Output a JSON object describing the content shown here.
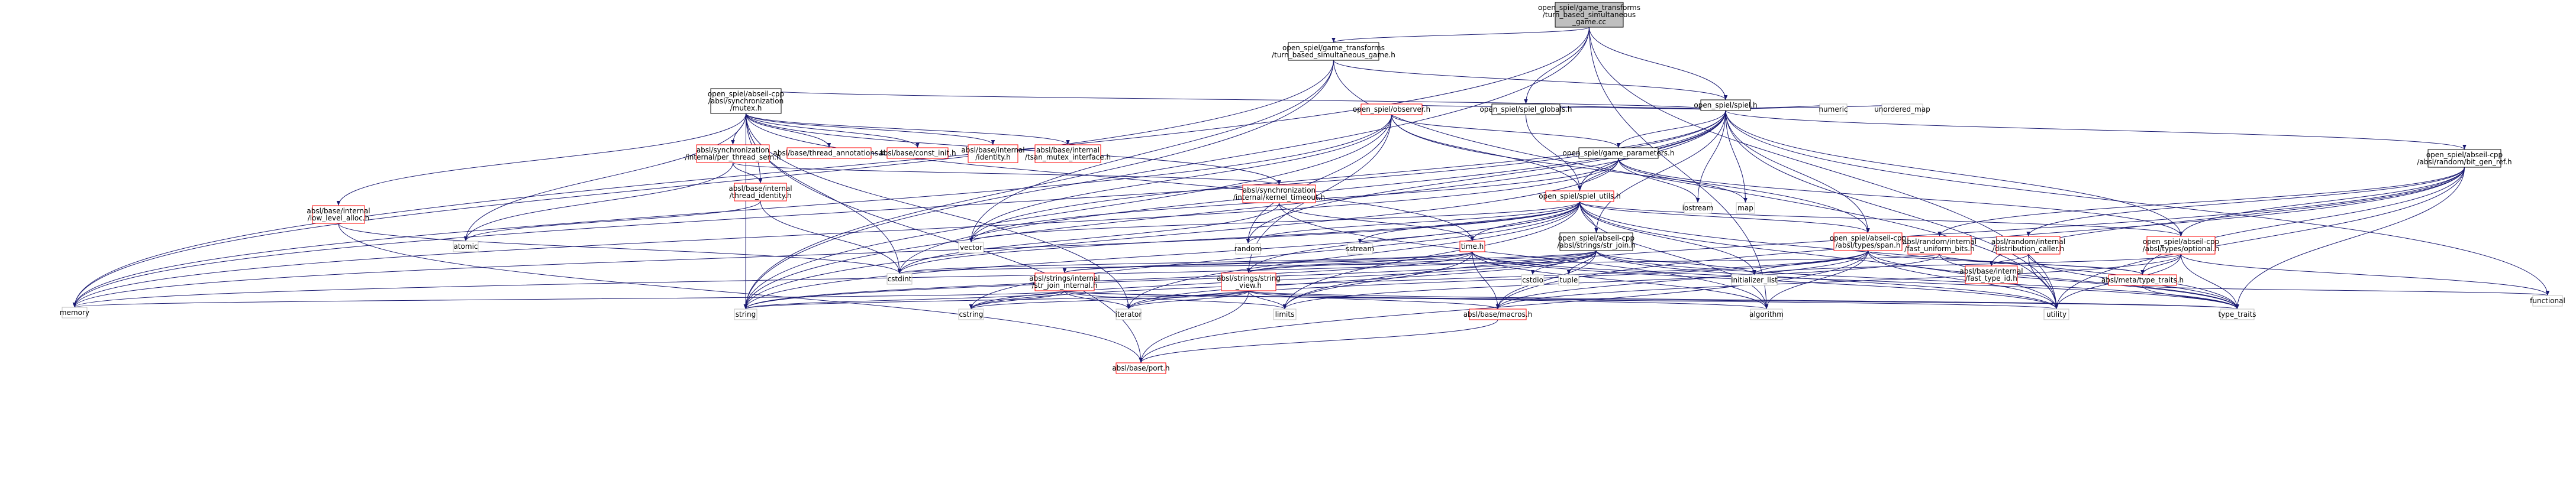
{
  "colors": {
    "root_fill": "#bfbfbf",
    "node_fill": "#ffffff",
    "node_border_black": "#000000",
    "node_border_red": "#ff0000",
    "node_border_gray": "#bfbfbf",
    "text": "#000000",
    "edge": "#191970"
  },
  "nodes": [
    {
      "id": "root",
      "lines": [
        "open_spiel/game_transforms",
        "/turn_based_simultaneous",
        "_game.cc"
      ],
      "style": "root"
    },
    {
      "id": "tbs_h",
      "lines": [
        "open_spiel/game_transforms",
        "/turn_based_simultaneous_game.h"
      ],
      "style": "black"
    },
    {
      "id": "spiel_h",
      "lines": [
        "open_spiel/spiel.h"
      ],
      "style": "black"
    },
    {
      "id": "mutex_h",
      "lines": [
        "open_spiel/abseil-cpp",
        "/absl/synchronization",
        "/mutex.h"
      ],
      "style": "black"
    },
    {
      "id": "observer_h",
      "lines": [
        "open_spiel/observer.h"
      ],
      "style": "red"
    },
    {
      "id": "globals_h",
      "lines": [
        "open_spiel/spiel_globals.h"
      ],
      "style": "black"
    },
    {
      "id": "numeric",
      "lines": [
        "numeric"
      ],
      "style": "gray"
    },
    {
      "id": "unordered_map",
      "lines": [
        "unordered_map"
      ],
      "style": "gray"
    },
    {
      "id": "per_thread_sem",
      "lines": [
        "absl/synchronization",
        "/internal/per_thread_sem.h"
      ],
      "style": "red"
    },
    {
      "id": "thread_annotations",
      "lines": [
        "absl/base/thread_annotations.h"
      ],
      "style": "red"
    },
    {
      "id": "const_init",
      "lines": [
        "absl/base/const_init.h"
      ],
      "style": "red"
    },
    {
      "id": "identity_h",
      "lines": [
        "absl/base/internal",
        "/identity.h"
      ],
      "style": "red"
    },
    {
      "id": "tsan_mutex",
      "lines": [
        "absl/base/internal",
        "/tsan_mutex_interface.h"
      ],
      "style": "red"
    },
    {
      "id": "game_parameters",
      "lines": [
        "open_spiel/game_parameters.h"
      ],
      "style": "black"
    },
    {
      "id": "bit_gen_ref",
      "lines": [
        "open_spiel/abseil-cpp",
        "/absl/random/bit_gen_ref.h"
      ],
      "style": "black"
    },
    {
      "id": "thread_identity",
      "lines": [
        "absl/base/internal",
        "/thread_identity.h"
      ],
      "style": "red"
    },
    {
      "id": "kernel_timeout",
      "lines": [
        "absl/synchronization",
        "/internal/kernel_timeout.h"
      ],
      "style": "red"
    },
    {
      "id": "spiel_utils",
      "lines": [
        "open_spiel/spiel_utils.h"
      ],
      "style": "red"
    },
    {
      "id": "iostream",
      "lines": [
        "iostream"
      ],
      "style": "gray"
    },
    {
      "id": "map",
      "lines": [
        "map"
      ],
      "style": "gray"
    },
    {
      "id": "low_level_alloc",
      "lines": [
        "absl/base/internal",
        "/low_level_alloc.h"
      ],
      "style": "red"
    },
    {
      "id": "atomic",
      "lines": [
        "atomic"
      ],
      "style": "gray"
    },
    {
      "id": "time_h",
      "lines": [
        "time.h"
      ],
      "style": "red"
    },
    {
      "id": "vector",
      "lines": [
        "vector"
      ],
      "style": "gray"
    },
    {
      "id": "random",
      "lines": [
        "random"
      ],
      "style": "gray"
    },
    {
      "id": "sstream",
      "lines": [
        "sstream"
      ],
      "style": "gray"
    },
    {
      "id": "str_join",
      "lines": [
        "open_spiel/abseil-cpp",
        "/absl/strings/str_join.h"
      ],
      "style": "black"
    },
    {
      "id": "span_h",
      "lines": [
        "open_spiel/abseil-cpp",
        "/absl/types/span.h"
      ],
      "style": "red"
    },
    {
      "id": "fast_uniform_bits",
      "lines": [
        "absl/random/internal",
        "/fast_uniform_bits.h"
      ],
      "style": "red"
    },
    {
      "id": "distribution_caller",
      "lines": [
        "absl/random/internal",
        "/distribution_caller.h"
      ],
      "style": "red"
    },
    {
      "id": "optional_h",
      "lines": [
        "open_spiel/abseil-cpp",
        "/absl/types/optional.h"
      ],
      "style": "red"
    },
    {
      "id": "fast_type_id",
      "lines": [
        "absl/base/internal",
        "/fast_type_id.h"
      ],
      "style": "red"
    },
    {
      "id": "meta_type_traits",
      "lines": [
        "absl/meta/type_traits.h"
      ],
      "style": "red"
    },
    {
      "id": "cstdio",
      "lines": [
        "cstdio"
      ],
      "style": "gray"
    },
    {
      "id": "tuple",
      "lines": [
        "tuple"
      ],
      "style": "gray"
    },
    {
      "id": "initializer_list",
      "lines": [
        "initializer_list"
      ],
      "style": "gray"
    },
    {
      "id": "str_join_internal",
      "lines": [
        "absl/strings/internal",
        "/str_join_internal.h"
      ],
      "style": "red"
    },
    {
      "id": "string_view",
      "lines": [
        "absl/strings/string",
        "_view.h"
      ],
      "style": "red"
    },
    {
      "id": "cstdint",
      "lines": [
        "cstdint"
      ],
      "style": "gray"
    },
    {
      "id": "memory",
      "lines": [
        "memory"
      ],
      "style": "gray"
    },
    {
      "id": "string",
      "lines": [
        "string"
      ],
      "style": "gray"
    },
    {
      "id": "cstring",
      "lines": [
        "cstring"
      ],
      "style": "gray"
    },
    {
      "id": "iterator",
      "lines": [
        "iterator"
      ],
      "style": "gray"
    },
    {
      "id": "limits",
      "lines": [
        "limits"
      ],
      "style": "gray"
    },
    {
      "id": "macros_h",
      "lines": [
        "absl/base/macros.h"
      ],
      "style": "red"
    },
    {
      "id": "algorithm",
      "lines": [
        "algorithm"
      ],
      "style": "gray"
    },
    {
      "id": "utility",
      "lines": [
        "utility"
      ],
      "style": "gray"
    },
    {
      "id": "type_traits",
      "lines": [
        "type_traits"
      ],
      "style": "gray"
    },
    {
      "id": "functional",
      "lines": [
        "functional"
      ],
      "style": "gray"
    },
    {
      "id": "port_h",
      "lines": [
        "absl/base/port.h"
      ],
      "style": "red"
    }
  ],
  "edges": [
    [
      "root",
      "tbs_h"
    ],
    [
      "root",
      "spiel_h"
    ],
    [
      "root",
      "globals_h"
    ],
    [
      "root",
      "memory"
    ],
    [
      "root",
      "string"
    ],
    [
      "root",
      "utility"
    ],
    [
      "root",
      "algorithm"
    ],
    [
      "tbs_h",
      "spiel_h"
    ],
    [
      "tbs_h",
      "memory"
    ],
    [
      "tbs_h",
      "string"
    ],
    [
      "tbs_h",
      "vector"
    ],
    [
      "tbs_h",
      "utility"
    ],
    [
      "spiel_h",
      "mutex_h"
    ],
    [
      "spiel_h",
      "observer_h"
    ],
    [
      "spiel_h",
      "globals_h"
    ],
    [
      "spiel_h",
      "numeric"
    ],
    [
      "spiel_h",
      "unordered_map"
    ],
    [
      "spiel_h",
      "game_parameters"
    ],
    [
      "spiel_h",
      "bit_gen_ref"
    ],
    [
      "spiel_h",
      "spiel_utils"
    ],
    [
      "spiel_h",
      "iostream"
    ],
    [
      "spiel_h",
      "map"
    ],
    [
      "spiel_h",
      "random"
    ],
    [
      "spiel_h",
      "span_h"
    ],
    [
      "spiel_h",
      "str_join"
    ],
    [
      "spiel_h",
      "optional_h"
    ],
    [
      "spiel_h",
      "functional"
    ],
    [
      "spiel_h",
      "memory"
    ],
    [
      "spiel_h",
      "string"
    ],
    [
      "spiel_h",
      "vector"
    ],
    [
      "spiel_h",
      "utility"
    ],
    [
      "spiel_h",
      "cstdint"
    ],
    [
      "mutex_h",
      "per_thread_sem"
    ],
    [
      "mutex_h",
      "thread_annotations"
    ],
    [
      "mutex_h",
      "const_init"
    ],
    [
      "mutex_h",
      "identity_h"
    ],
    [
      "mutex_h",
      "tsan_mutex"
    ],
    [
      "mutex_h",
      "thread_identity"
    ],
    [
      "mutex_h",
      "kernel_timeout"
    ],
    [
      "mutex_h",
      "low_level_alloc"
    ],
    [
      "mutex_h",
      "atomic"
    ],
    [
      "mutex_h",
      "time_h"
    ],
    [
      "mutex_h",
      "cstdint"
    ],
    [
      "mutex_h",
      "string"
    ],
    [
      "mutex_h",
      "iterator"
    ],
    [
      "mutex_h",
      "port_h"
    ],
    [
      "observer_h",
      "spiel_utils"
    ],
    [
      "observer_h",
      "game_parameters"
    ],
    [
      "observer_h",
      "span_h"
    ],
    [
      "observer_h",
      "string_view"
    ],
    [
      "observer_h",
      "random"
    ],
    [
      "observer_h",
      "vector"
    ],
    [
      "observer_h",
      "memory"
    ],
    [
      "observer_h",
      "string"
    ],
    [
      "globals_h",
      "spiel_utils"
    ],
    [
      "per_thread_sem",
      "thread_identity"
    ],
    [
      "per_thread_sem",
      "kernel_timeout"
    ],
    [
      "per_thread_sem",
      "atomic"
    ],
    [
      "thread_identity",
      "atomic"
    ],
    [
      "thread_identity",
      "cstdint"
    ],
    [
      "kernel_timeout",
      "time_h"
    ],
    [
      "kernel_timeout",
      "algorithm"
    ],
    [
      "kernel_timeout",
      "cstdint"
    ],
    [
      "low_level_alloc",
      "cstdint"
    ],
    [
      "low_level_alloc",
      "port_h"
    ],
    [
      "game_parameters",
      "spiel_utils"
    ],
    [
      "game_parameters",
      "iostream"
    ],
    [
      "game_parameters",
      "map"
    ],
    [
      "game_parameters",
      "optional_h"
    ],
    [
      "game_parameters",
      "memory"
    ],
    [
      "game_parameters",
      "string"
    ],
    [
      "game_parameters",
      "vector"
    ],
    [
      "bit_gen_ref",
      "fast_uniform_bits"
    ],
    [
      "bit_gen_ref",
      "distribution_caller"
    ],
    [
      "bit_gen_ref",
      "fast_type_id"
    ],
    [
      "bit_gen_ref",
      "meta_type_traits"
    ],
    [
      "bit_gen_ref",
      "optional_h"
    ],
    [
      "bit_gen_ref",
      "type_traits"
    ],
    [
      "bit_gen_ref",
      "utility"
    ],
    [
      "bit_gen_ref",
      "limits"
    ],
    [
      "bit_gen_ref",
      "macros_h"
    ],
    [
      "spiel_utils",
      "str_join"
    ],
    [
      "spiel_utils",
      "span_h"
    ],
    [
      "spiel_utils",
      "optional_h"
    ],
    [
      "spiel_utils",
      "time_h"
    ],
    [
      "spiel_utils",
      "vector"
    ],
    [
      "spiel_utils",
      "random"
    ],
    [
      "spiel_utils",
      "sstream"
    ],
    [
      "spiel_utils",
      "string"
    ],
    [
      "spiel_utils",
      "string_view"
    ],
    [
      "spiel_utils",
      "cstdint"
    ],
    [
      "spiel_utils",
      "algorithm"
    ],
    [
      "spiel_utils",
      "utility"
    ],
    [
      "spiel_utils",
      "type_traits"
    ],
    [
      "spiel_utils",
      "limits"
    ],
    [
      "spiel_utils",
      "iterator"
    ],
    [
      "spiel_utils",
      "cstring"
    ],
    [
      "spiel_utils",
      "memory"
    ],
    [
      "spiel_utils",
      "initializer_list"
    ],
    [
      "time_h",
      "str_join_internal"
    ],
    [
      "time_h",
      "string_view"
    ],
    [
      "time_h",
      "cstdint"
    ],
    [
      "time_h",
      "string"
    ],
    [
      "time_h",
      "limits"
    ],
    [
      "time_h",
      "utility"
    ],
    [
      "time_h",
      "type_traits"
    ],
    [
      "time_h",
      "macros_h"
    ],
    [
      "time_h",
      "algorithm"
    ],
    [
      "str_join",
      "str_join_internal"
    ],
    [
      "str_join",
      "string_view"
    ],
    [
      "str_join",
      "cstdio"
    ],
    [
      "str_join",
      "tuple"
    ],
    [
      "str_join",
      "initializer_list"
    ],
    [
      "str_join",
      "iterator"
    ],
    [
      "str_join",
      "memory"
    ],
    [
      "str_join",
      "string"
    ],
    [
      "str_join",
      "type_traits"
    ],
    [
      "str_join",
      "utility"
    ],
    [
      "str_join",
      "cstring"
    ],
    [
      "str_join",
      "macros_h"
    ],
    [
      "span_h",
      "initializer_list"
    ],
    [
      "span_h",
      "iterator"
    ],
    [
      "span_h",
      "type_traits"
    ],
    [
      "span_h",
      "utility"
    ],
    [
      "span_h",
      "algorithm"
    ],
    [
      "span_h",
      "macros_h"
    ],
    [
      "span_h",
      "meta_type_traits"
    ],
    [
      "span_h",
      "port_h"
    ],
    [
      "span_h",
      "cstring"
    ],
    [
      "fast_uniform_bits",
      "cstdint"
    ],
    [
      "fast_uniform_bits",
      "limits"
    ],
    [
      "fast_uniform_bits",
      "type_traits"
    ],
    [
      "fast_uniform_bits",
      "meta_type_traits"
    ],
    [
      "distribution_caller",
      "fast_type_id"
    ],
    [
      "distribution_caller",
      "utility"
    ],
    [
      "distribution_caller",
      "type_traits"
    ],
    [
      "optional_h",
      "meta_type_traits"
    ],
    [
      "optional_h",
      "utility"
    ],
    [
      "optional_h",
      "type_traits"
    ],
    [
      "optional_h",
      "functional"
    ],
    [
      "optional_h",
      "initializer_list"
    ],
    [
      "optional_h",
      "macros_h"
    ],
    [
      "meta_type_traits",
      "functional"
    ],
    [
      "meta_type_traits",
      "type_traits"
    ],
    [
      "str_join_internal",
      "string"
    ],
    [
      "str_join_internal",
      "iterator"
    ],
    [
      "str_join_internal",
      "memory"
    ],
    [
      "str_join_internal",
      "cstring"
    ],
    [
      "str_join_internal",
      "utility"
    ],
    [
      "str_join_internal",
      "type_traits"
    ],
    [
      "str_join_internal",
      "limits"
    ],
    [
      "string_view",
      "string"
    ],
    [
      "string_view",
      "cstring"
    ],
    [
      "string_view",
      "iterator"
    ],
    [
      "string_view",
      "limits"
    ],
    [
      "string_view",
      "algorithm"
    ],
    [
      "string_view",
      "macros_h"
    ],
    [
      "string_view",
      "port_h"
    ],
    [
      "string_view",
      "type_traits"
    ],
    [
      "macros_h",
      "port_h"
    ]
  ]
}
